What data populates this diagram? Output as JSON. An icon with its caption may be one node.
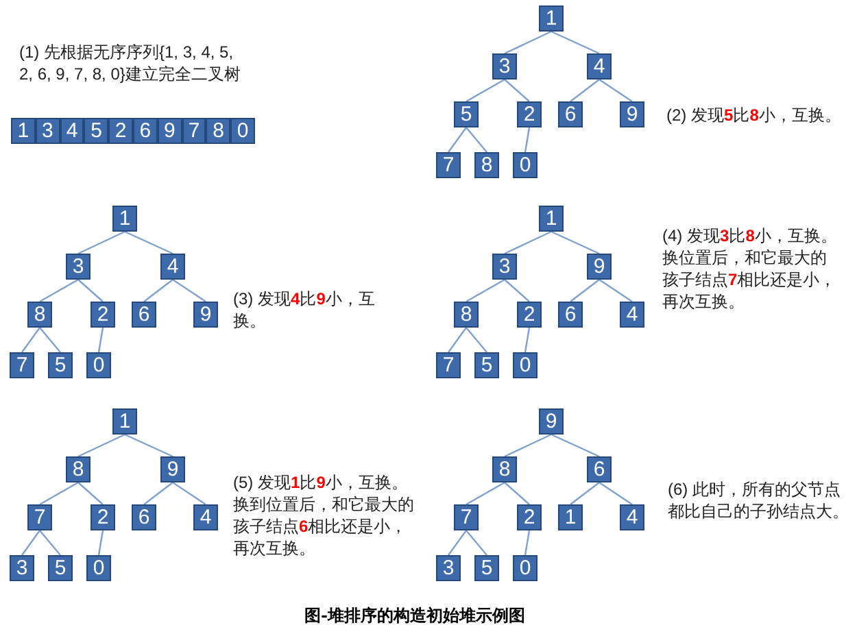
{
  "diagram": {
    "caption": "图-堆排序的构造初始堆示例图",
    "nodes": [
      {
        "text": [
          "1"
        ]
      },
      {
        "text": [
          "3"
        ]
      },
      {
        "text": [
          "4"
        ]
      },
      {
        "text": [
          "5"
        ]
      },
      {
        "text": [
          "2"
        ]
      },
      {
        "text": [
          "6"
        ]
      },
      {
        "text": [
          "9"
        ]
      },
      {
        "text": [
          "7"
        ]
      },
      {
        "text": [
          "8"
        ]
      },
      {
        "text": [
          "0"
        ]
      },
      {
        "text": [
          "1"
        ]
      },
      {
        "text": [
          "3"
        ]
      },
      {
        "text": [
          "4"
        ]
      },
      {
        "text": [
          "5"
        ]
      },
      {
        "text": [
          "2"
        ]
      },
      {
        "text": [
          "6"
        ]
      },
      {
        "text": [
          "9"
        ]
      },
      {
        "text": [
          "7"
        ]
      },
      {
        "text": [
          "8"
        ]
      },
      {
        "text": [
          "0"
        ]
      },
      {
        "text": [
          "1"
        ]
      },
      {
        "text": [
          "3"
        ]
      },
      {
        "text": [
          "4"
        ]
      },
      {
        "text": [
          "8"
        ]
      },
      {
        "text": [
          "2"
        ]
      },
      {
        "text": [
          "6"
        ]
      },
      {
        "text": [
          "9"
        ]
      },
      {
        "text": [
          "7"
        ]
      },
      {
        "text": [
          "5"
        ]
      },
      {
        "text": [
          "0"
        ]
      },
      {
        "text": [
          "1"
        ]
      },
      {
        "text": [
          "3"
        ]
      },
      {
        "text": [
          "9"
        ]
      },
      {
        "text": [
          "8"
        ]
      },
      {
        "text": [
          "2"
        ]
      },
      {
        "text": [
          "6"
        ]
      },
      {
        "text": [
          "4"
        ]
      },
      {
        "text": [
          "7"
        ]
      },
      {
        "text": [
          "5"
        ]
      },
      {
        "text": [
          "0"
        ]
      },
      {
        "text": [
          "1"
        ]
      },
      {
        "text": [
          "8"
        ]
      },
      {
        "text": [
          "9"
        ]
      },
      {
        "text": [
          "7"
        ]
      },
      {
        "text": [
          "2"
        ]
      },
      {
        "text": [
          "6"
        ]
      },
      {
        "text": [
          "4"
        ]
      },
      {
        "text": [
          "3"
        ]
      },
      {
        "text": [
          "5"
        ]
      },
      {
        "text": [
          "0"
        ]
      },
      {
        "text": [
          "9"
        ]
      },
      {
        "text": [
          "8"
        ]
      },
      {
        "text": [
          "6"
        ]
      },
      {
        "text": [
          "7"
        ]
      },
      {
        "text": [
          "2"
        ]
      },
      {
        "text": [
          "1"
        ]
      },
      {
        "text": [
          "4"
        ]
      },
      {
        "text": [
          "3"
        ]
      },
      {
        "text": [
          "5"
        ]
      },
      {
        "text": [
          "0"
        ]
      }
    ],
    "edges": [
      {
        "from": 10,
        "to": 11,
        "arrow": "none"
      },
      {
        "from": 10,
        "to": 12,
        "arrow": "none"
      },
      {
        "from": 11,
        "to": 13,
        "arrow": "none"
      },
      {
        "from": 11,
        "to": 14,
        "arrow": "none"
      },
      {
        "from": 12,
        "to": 15,
        "arrow": "none"
      },
      {
        "from": 12,
        "to": 16,
        "arrow": "none"
      },
      {
        "from": 13,
        "to": 17,
        "arrow": "none"
      },
      {
        "from": 13,
        "to": 18,
        "arrow": "none"
      },
      {
        "from": 14,
        "to": 19,
        "arrow": "none"
      },
      {
        "from": 20,
        "to": 21,
        "arrow": "none"
      },
      {
        "from": 20,
        "to": 22,
        "arrow": "none"
      },
      {
        "from": 21,
        "to": 23,
        "arrow": "none"
      },
      {
        "from": 21,
        "to": 24,
        "arrow": "none"
      },
      {
        "from": 22,
        "to": 25,
        "arrow": "none"
      },
      {
        "from": 22,
        "to": 26,
        "arrow": "none"
      },
      {
        "from": 23,
        "to": 27,
        "arrow": "none"
      },
      {
        "from": 23,
        "to": 28,
        "arrow": "none"
      },
      {
        "from": 24,
        "to": 29,
        "arrow": "none"
      },
      {
        "from": 30,
        "to": 31,
        "arrow": "none"
      },
      {
        "from": 30,
        "to": 32,
        "arrow": "none"
      },
      {
        "from": 31,
        "to": 33,
        "arrow": "none"
      },
      {
        "from": 31,
        "to": 34,
        "arrow": "none"
      },
      {
        "from": 32,
        "to": 35,
        "arrow": "none"
      },
      {
        "from": 32,
        "to": 36,
        "arrow": "none"
      },
      {
        "from": 33,
        "to": 37,
        "arrow": "none"
      },
      {
        "from": 33,
        "to": 38,
        "arrow": "none"
      },
      {
        "from": 34,
        "to": 39,
        "arrow": "none"
      },
      {
        "from": 40,
        "to": 41,
        "arrow": "none"
      },
      {
        "from": 40,
        "to": 42,
        "arrow": "none"
      },
      {
        "from": 41,
        "to": 43,
        "arrow": "none"
      },
      {
        "from": 41,
        "to": 44,
        "arrow": "none"
      },
      {
        "from": 42,
        "to": 45,
        "arrow": "none"
      },
      {
        "from": 42,
        "to": 46,
        "arrow": "none"
      },
      {
        "from": 43,
        "to": 47,
        "arrow": "none"
      },
      {
        "from": 43,
        "to": 48,
        "arrow": "none"
      },
      {
        "from": 44,
        "to": 49,
        "arrow": "none"
      },
      {
        "from": 50,
        "to": 51,
        "arrow": "none"
      },
      {
        "from": 50,
        "to": 52,
        "arrow": "none"
      },
      {
        "from": 51,
        "to": 53,
        "arrow": "none"
      },
      {
        "from": 51,
        "to": 54,
        "arrow": "none"
      },
      {
        "from": 52,
        "to": 55,
        "arrow": "none"
      },
      {
        "from": 52,
        "to": 56,
        "arrow": "none"
      },
      {
        "from": 53,
        "to": 57,
        "arrow": "none"
      },
      {
        "from": 53,
        "to": 58,
        "arrow": "none"
      },
      {
        "from": 54,
        "to": 59,
        "arrow": "none"
      }
    ],
    "labels": [
      "(1) 先根据无序序列{1, 3, 4, 5, 2, 6, 9, 7, 8, 0}建立完全二叉树",
      "(2) 发现**5**比**8**小，互换。",
      "(3) 发现**4**比**9**小，互换。",
      "(4) 发现**3**比**8**小，互换。换位置后，和它最大的孩子结点**7**相比还是小，再次互换。",
      "(5) 发现**1**比**9**小，互换。换到位置后，和它最大的孩子结点**6**相比还是小，再次互换。",
      "(6) 此时，所有的父节点都比自己的子孙结点大。"
    ]
  }
}
